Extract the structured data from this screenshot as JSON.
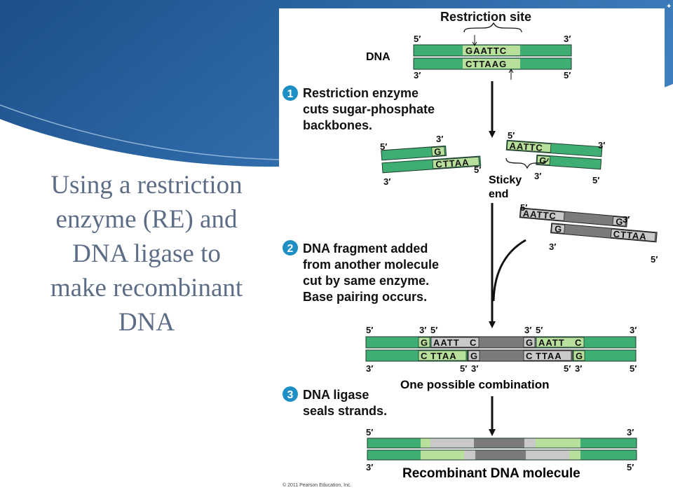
{
  "slide": {
    "title_lines": [
      "Using a restriction",
      "enzyme (RE) and",
      "DNA ligase to",
      "make recombinant",
      "DNA"
    ]
  },
  "colors": {
    "green": "#3fae74",
    "light_green": "#b9df9c",
    "dark_gray": "#7b7b7b",
    "light_gray": "#c9c9c9",
    "step_badge": "#1d8fc5",
    "title_text": "#5d6d85"
  },
  "diagram": {
    "restriction_site_label": "Restriction site",
    "dna_label": "DNA",
    "prime5": "5′",
    "prime3": "3′",
    "top_seq": "GAATTC",
    "bottom_seq": "CTTAAG",
    "step1": {
      "number": "1",
      "lines": [
        "Restriction enzyme",
        "cuts sugar-phosphate",
        "backbones."
      ]
    },
    "frag_left": {
      "top": "G",
      "bottom": "CTTAA"
    },
    "frag_right": {
      "top": "AATTC",
      "bottom": "G"
    },
    "sticky_end": [
      "Sticky",
      "end"
    ],
    "foreign": {
      "top": "AATTC",
      "mid": "G",
      "bottom": "CTTAA"
    },
    "step2": {
      "number": "2",
      "lines": [
        "DNA fragment added",
        "from another molecule",
        "cut by same enzyme.",
        "Base pairing occurs."
      ]
    },
    "combo": {
      "top": [
        "G",
        "AATT",
        "C",
        "G",
        "AATT",
        "C"
      ],
      "bottom": [
        "C",
        "TTAA",
        "G",
        "C",
        "TTAA",
        "G"
      ],
      "label": "One possible combination"
    },
    "step3": {
      "number": "3",
      "lines": [
        "DNA ligase",
        "seals strands."
      ]
    },
    "final_label": "Recombinant DNA molecule",
    "copyright": "© 2011 Pearson Education, Inc."
  }
}
